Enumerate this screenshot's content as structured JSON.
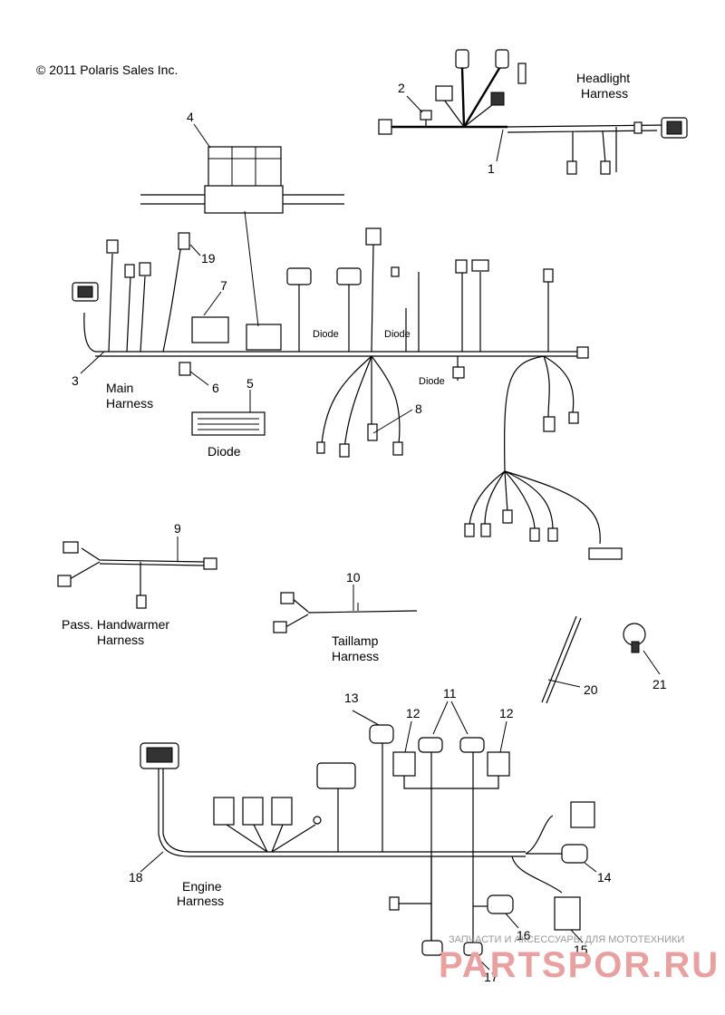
{
  "copyright": "© 2011 Polaris Sales Inc.",
  "callouts": [
    "1",
    "2",
    "3",
    "4",
    "5",
    "6",
    "7",
    "8",
    "9",
    "10",
    "11",
    "12",
    "13",
    "14",
    "15",
    "16",
    "17",
    "18",
    "19",
    "20",
    "21"
  ],
  "labels": {
    "headlight_line1": "Headlight",
    "headlight_line2": "Harness",
    "main_line1": "Main",
    "main_line2": "Harness",
    "diode_part": "Diode",
    "diode_a": "Diode",
    "diode_b": "Diode",
    "diode_c": "Diode",
    "pass_line1": "Pass. Handwarmer",
    "pass_line2": "Harness",
    "taillamp_line1": "Taillamp",
    "taillamp_line2": "Harness",
    "engine_line1": "Engine",
    "engine_line2": "Harness"
  },
  "watermark": {
    "line1": "ЗАПЧАСТИ И АКСЕССУАРЫ ДЛЯ МОТОТЕХНИКИ",
    "line2": "PARTSPOR.RU"
  }
}
